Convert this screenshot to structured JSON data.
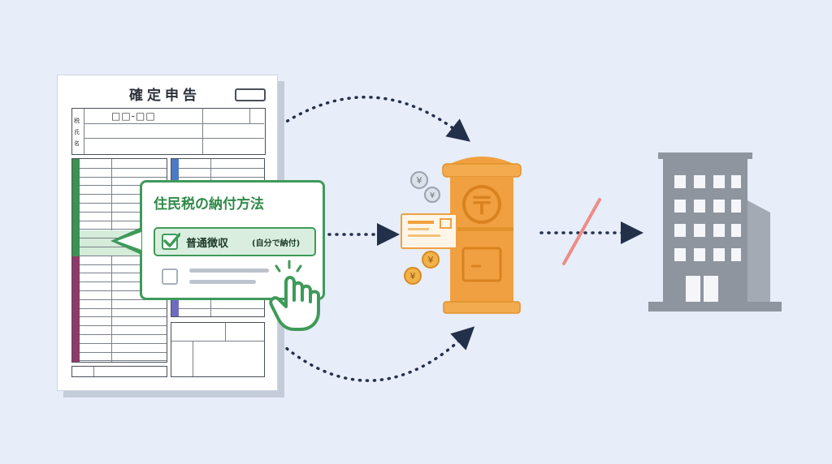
{
  "form": {
    "title": "確定申告",
    "id_mark": "□□-□□",
    "side_labels": [
      "税",
      "氏",
      "名"
    ]
  },
  "popup": {
    "title": "住民税の納付方法",
    "option_selected": {
      "label": "普通徴収",
      "note": "(自分で納付)",
      "checked": true
    },
    "option_unselected": {
      "checked": false
    }
  },
  "mailbox": {
    "postal_mark": "〒",
    "coin_symbol": "¥"
  },
  "colors": {
    "background": "#e7edf9",
    "accent_green": "#3f9a59",
    "mailbox_orange": "#f0a040",
    "building_gray": "#8f959e",
    "blocked_red": "#ee8c86",
    "arrow_navy": "#23304a"
  },
  "icons": [
    "hand-pointer-icon",
    "checkmark-icon",
    "yen-coin-icon",
    "envelope-icon",
    "postal-mark-icon",
    "office-building-icon"
  ]
}
